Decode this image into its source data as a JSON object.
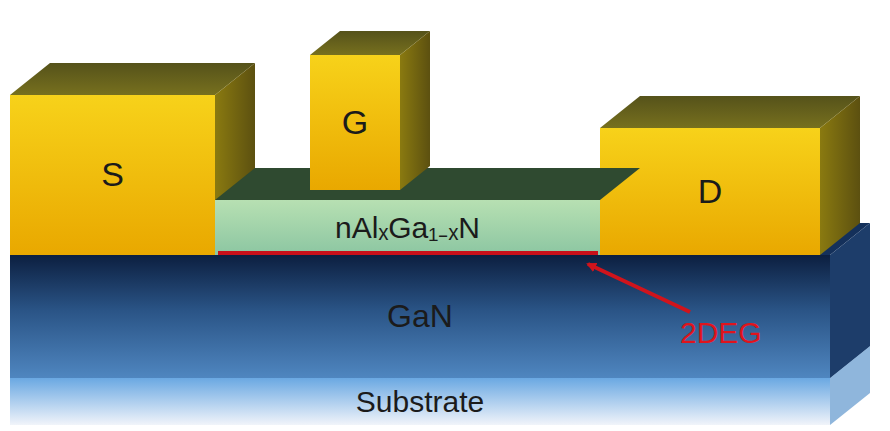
{
  "diagram": {
    "nodes": [
      {
        "text": [
          "S"
        ]
      },
      {
        "text": [
          "G"
        ]
      },
      {
        "text": [
          "nAlₓGa₁₋ₓN"
        ]
      },
      {
        "text": [
          "D"
        ]
      },
      {
        "text": [
          "GaN"
        ]
      },
      {
        "text": [
          "Substrate"
        ]
      }
    ],
    "labels": [
      "2DEG"
    ]
  }
}
